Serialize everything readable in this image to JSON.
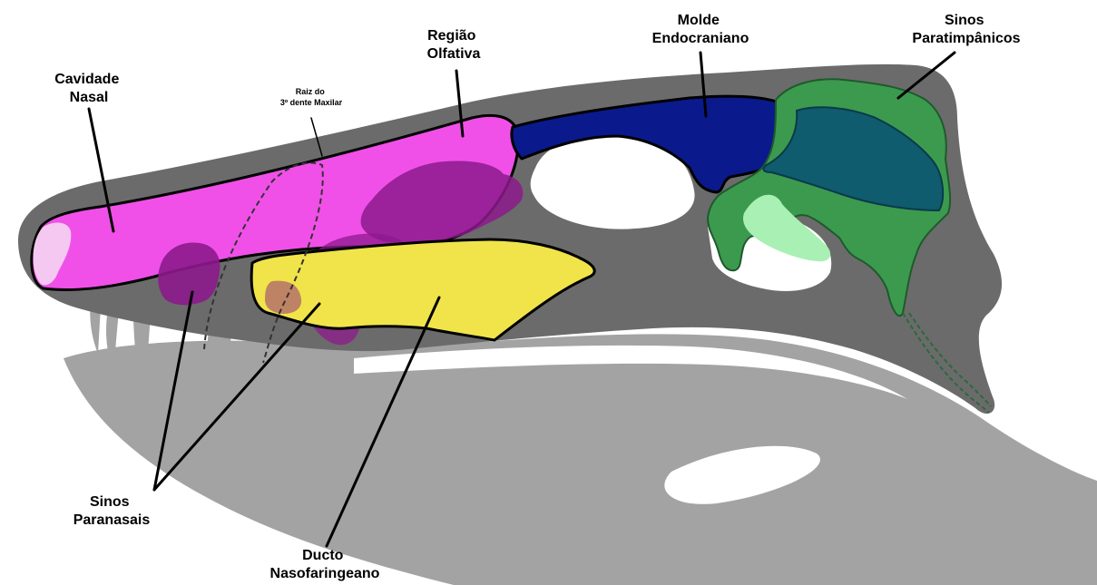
{
  "labels": {
    "cavidade_nasal": [
      "Cavidade",
      "Nasal"
    ],
    "raiz_dente": [
      "Raiz do",
      "3º dente Maxilar"
    ],
    "regiao_olfativa": [
      "Região",
      "Olfativa"
    ],
    "molde_endocraniano": [
      "Molde",
      "Endocraniano"
    ],
    "sinos_paratimpanicos": [
      "Sinos",
      "Paratimpânicos"
    ],
    "sinos_paranasais": [
      "Sinos",
      "Paranasais"
    ],
    "ducto_nasofaringeano": [
      "Ducto",
      "Nasofaringeano"
    ]
  },
  "colors": {
    "skull": "#6b6b6b",
    "mandible": "#a3a3a3",
    "teeth": "#a3a3a3",
    "nasal_cavity": "#f050e8",
    "nasal_tip": "#f4c8f0",
    "paranasal_sinus": "#8c1a8c",
    "nasopharyngeal_duct": "#f0e44a",
    "endocast": "#0a1a8c",
    "paratympanic_sinus": "#3c9a4e",
    "paratympanic_light": "#a8f0b4",
    "overlap_teal": "#0e5c6e"
  }
}
